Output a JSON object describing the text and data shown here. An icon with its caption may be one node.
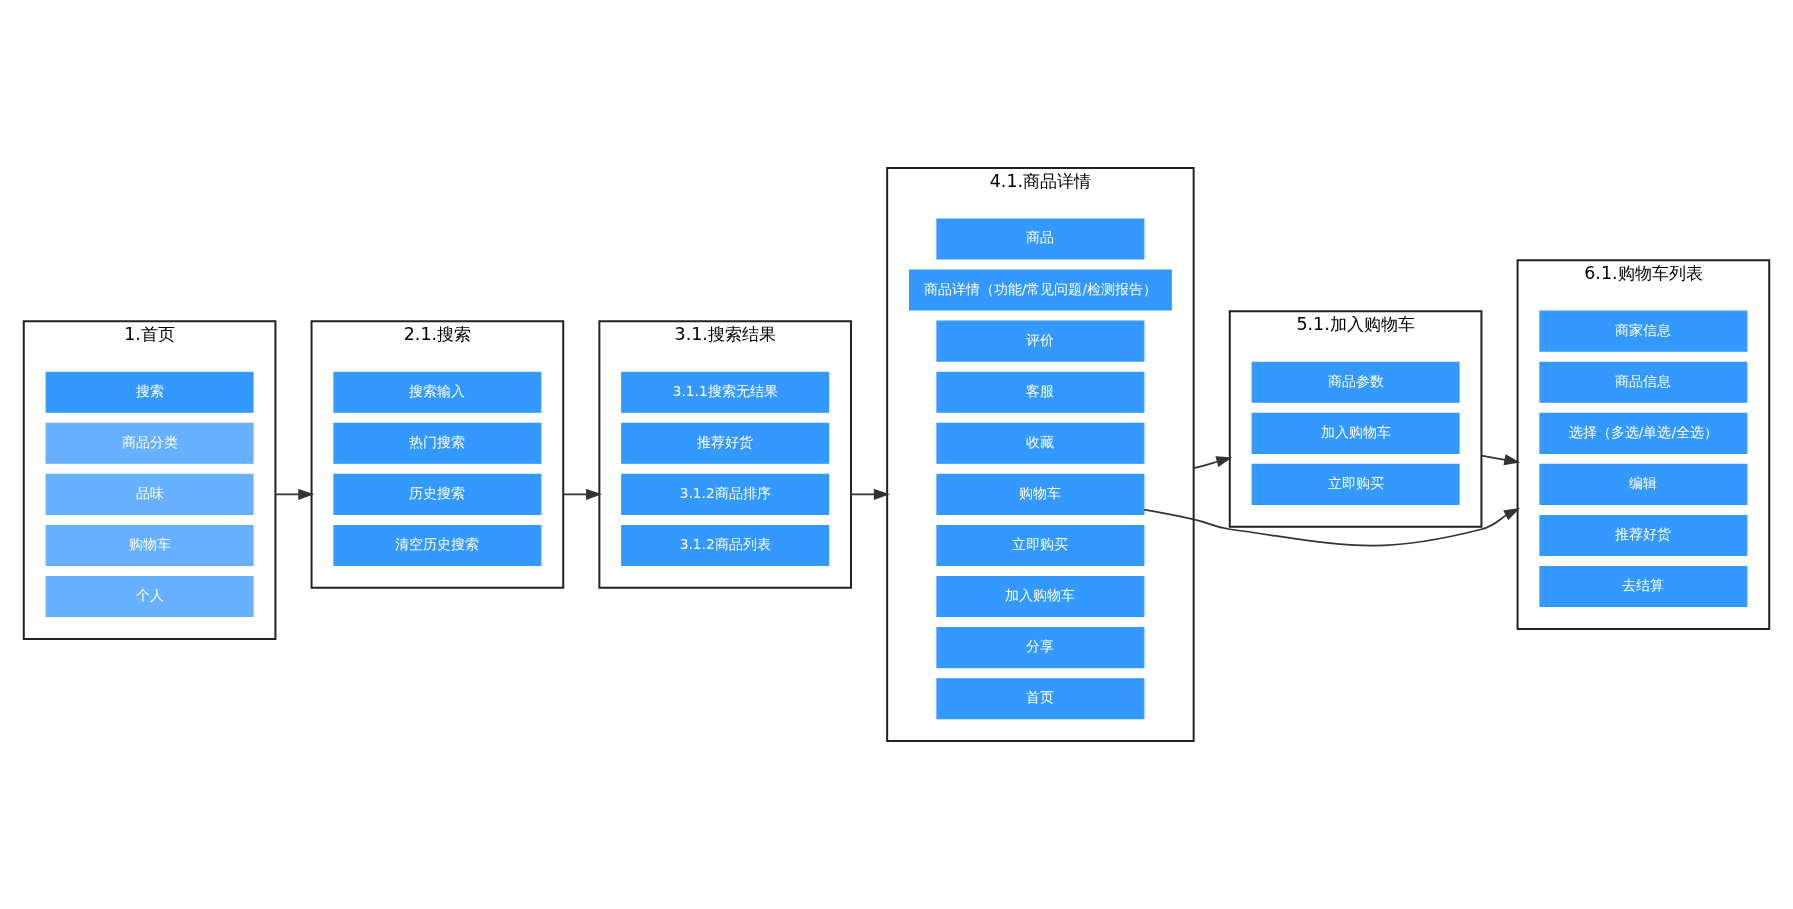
{
  "diagram": {
    "nodes": [
      {
        "text": [
          "1.首页"
        ]
      },
      {
        "text": [
          "搜索"
        ],
        "in": 0
      },
      {
        "text": [
          "商品分类"
        ],
        "in": 0
      },
      {
        "text": [
          "品味"
        ],
        "in": 0
      },
      {
        "text": [
          "购物车"
        ],
        "in": 0
      },
      {
        "text": [
          "个人"
        ],
        "in": 0
      },
      {
        "text": [
          "2.1.搜索"
        ]
      },
      {
        "text": [
          "搜索输入"
        ],
        "in": 6
      },
      {
        "text": [
          "热门搜索"
        ],
        "in": 6
      },
      {
        "text": [
          "历史搜索"
        ],
        "in": 6
      },
      {
        "text": [
          "清空历史搜索"
        ],
        "in": 6
      },
      {
        "text": [
          "3.1.搜索结果"
        ]
      },
      {
        "text": [
          "3.1.1搜索无结果"
        ],
        "in": 11
      },
      {
        "text": [
          "推荐好货"
        ],
        "in": 11
      },
      {
        "text": [
          "3.1.2商品排序"
        ],
        "in": 11
      },
      {
        "text": [
          "3.1.2商品列表"
        ],
        "in": 11
      },
      {
        "text": [
          "4.1.商品详情"
        ]
      },
      {
        "text": [
          "商品"
        ],
        "in": 16
      },
      {
        "text": [
          "商品详情（功能/常见问题/检测报告）"
        ],
        "in": 16
      },
      {
        "text": [
          "评价"
        ],
        "in": 16
      },
      {
        "text": [
          "客服"
        ],
        "in": 16
      },
      {
        "text": [
          "收藏"
        ],
        "in": 16
      },
      {
        "text": [
          "购物车"
        ],
        "in": 16
      },
      {
        "text": [
          "立即购买"
        ],
        "in": 16
      },
      {
        "text": [
          "加入购物车"
        ],
        "in": 16
      },
      {
        "text": [
          "分享"
        ],
        "in": 16
      },
      {
        "text": [
          "首页"
        ],
        "in": 16
      },
      {
        "text": [
          "5.1.加入购物车"
        ]
      },
      {
        "text": [
          "商品参数"
        ],
        "in": 27
      },
      {
        "text": [
          "加入购物车"
        ],
        "in": 27
      },
      {
        "text": [
          "立即购买"
        ],
        "in": 27
      },
      {
        "text": [
          "6.1.购物车列表"
        ]
      },
      {
        "text": [
          "商家信息"
        ],
        "in": 31
      },
      {
        "text": [
          "商品信息"
        ],
        "in": 31
      },
      {
        "text": [
          "选择（多选/单选/全选）"
        ],
        "in": 31
      },
      {
        "text": [
          "编辑"
        ],
        "in": 31
      },
      {
        "text": [
          "推荐好货"
        ],
        "in": 31
      },
      {
        "text": [
          "去结算"
        ],
        "in": 31
      }
    ],
    "edges": [
      {
        "from": 0,
        "to": 6,
        "arrow": "to"
      },
      {
        "from": 6,
        "to": 11,
        "arrow": "to"
      },
      {
        "from": 11,
        "to": 16,
        "arrow": "to"
      },
      {
        "from": 16,
        "to": 27,
        "arrow": "to"
      },
      {
        "from": 22,
        "to": 31,
        "arrow": "to"
      },
      {
        "from": 27,
        "to": 31,
        "arrow": "to"
      }
    ]
  }
}
